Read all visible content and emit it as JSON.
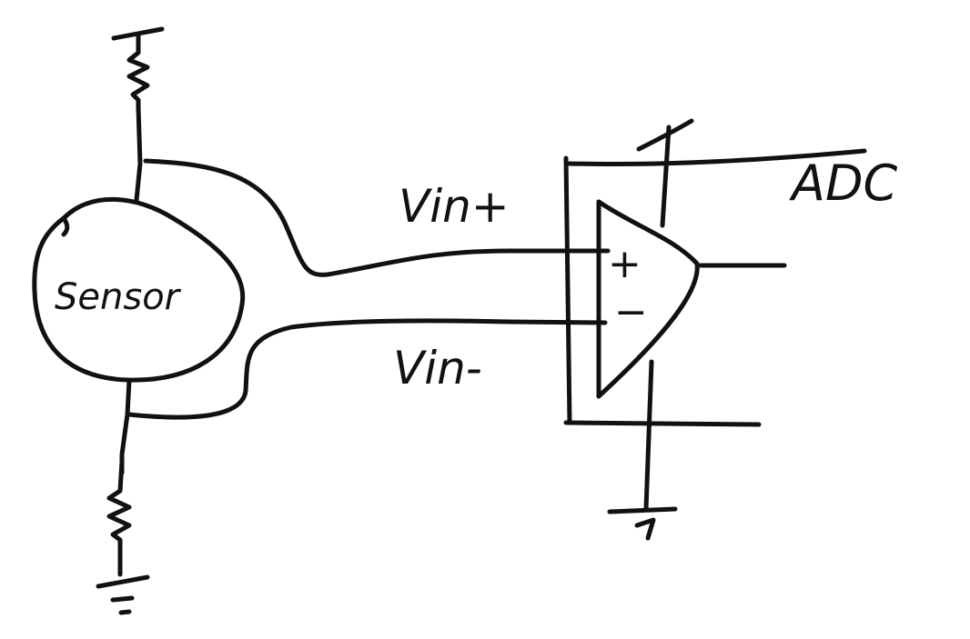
{
  "diagram": {
    "sensor_label": "Sensor",
    "vin_plus_label": "Vin+",
    "vin_minus_label": "Vin-",
    "adc_label": "ADC",
    "opamp_plus_symbol": "+",
    "opamp_minus_symbol": "−",
    "ink_color": "#111111",
    "background_color": "#ffffff"
  }
}
